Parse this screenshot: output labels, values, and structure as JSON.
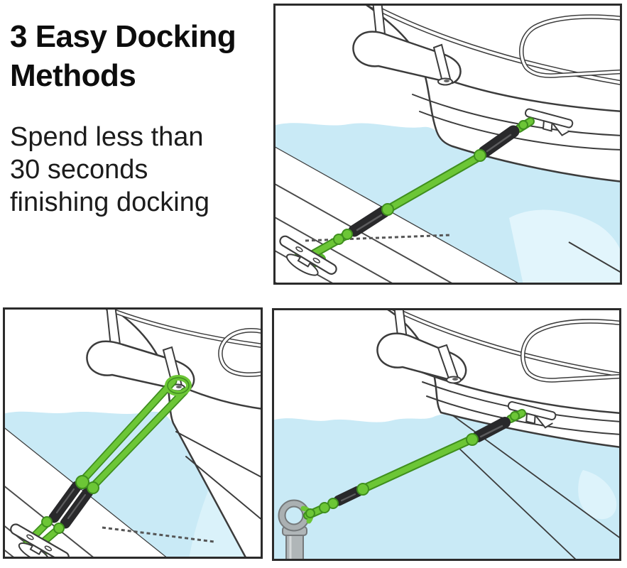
{
  "title": {
    "lines": [
      "3 Easy Docking",
      "Methods"
    ]
  },
  "subtitle": {
    "lines": [
      "Spend less than",
      "30 seconds",
      "finishing docking"
    ]
  },
  "panels": [
    {
      "name": "single-line-to-dock-cleat"
    },
    {
      "name": "doubled-line-to-dock-cleat"
    },
    {
      "name": "line-to-mooring-ring-piling"
    }
  ],
  "colors": {
    "background": "#ffffff",
    "text": "#0d0d0d",
    "outline": "#3c3c3c",
    "panel_border": "#2b2b2b",
    "bungee_green": "#6cc636",
    "bungee_green_dark": "#3f8f1e",
    "snubber_black": "#29292b",
    "water_blue": "#c9eaf6",
    "water_light": "#ddf3fb",
    "piling_gray": "#b0b6b8",
    "piling_gray_dark": "#75797b"
  }
}
